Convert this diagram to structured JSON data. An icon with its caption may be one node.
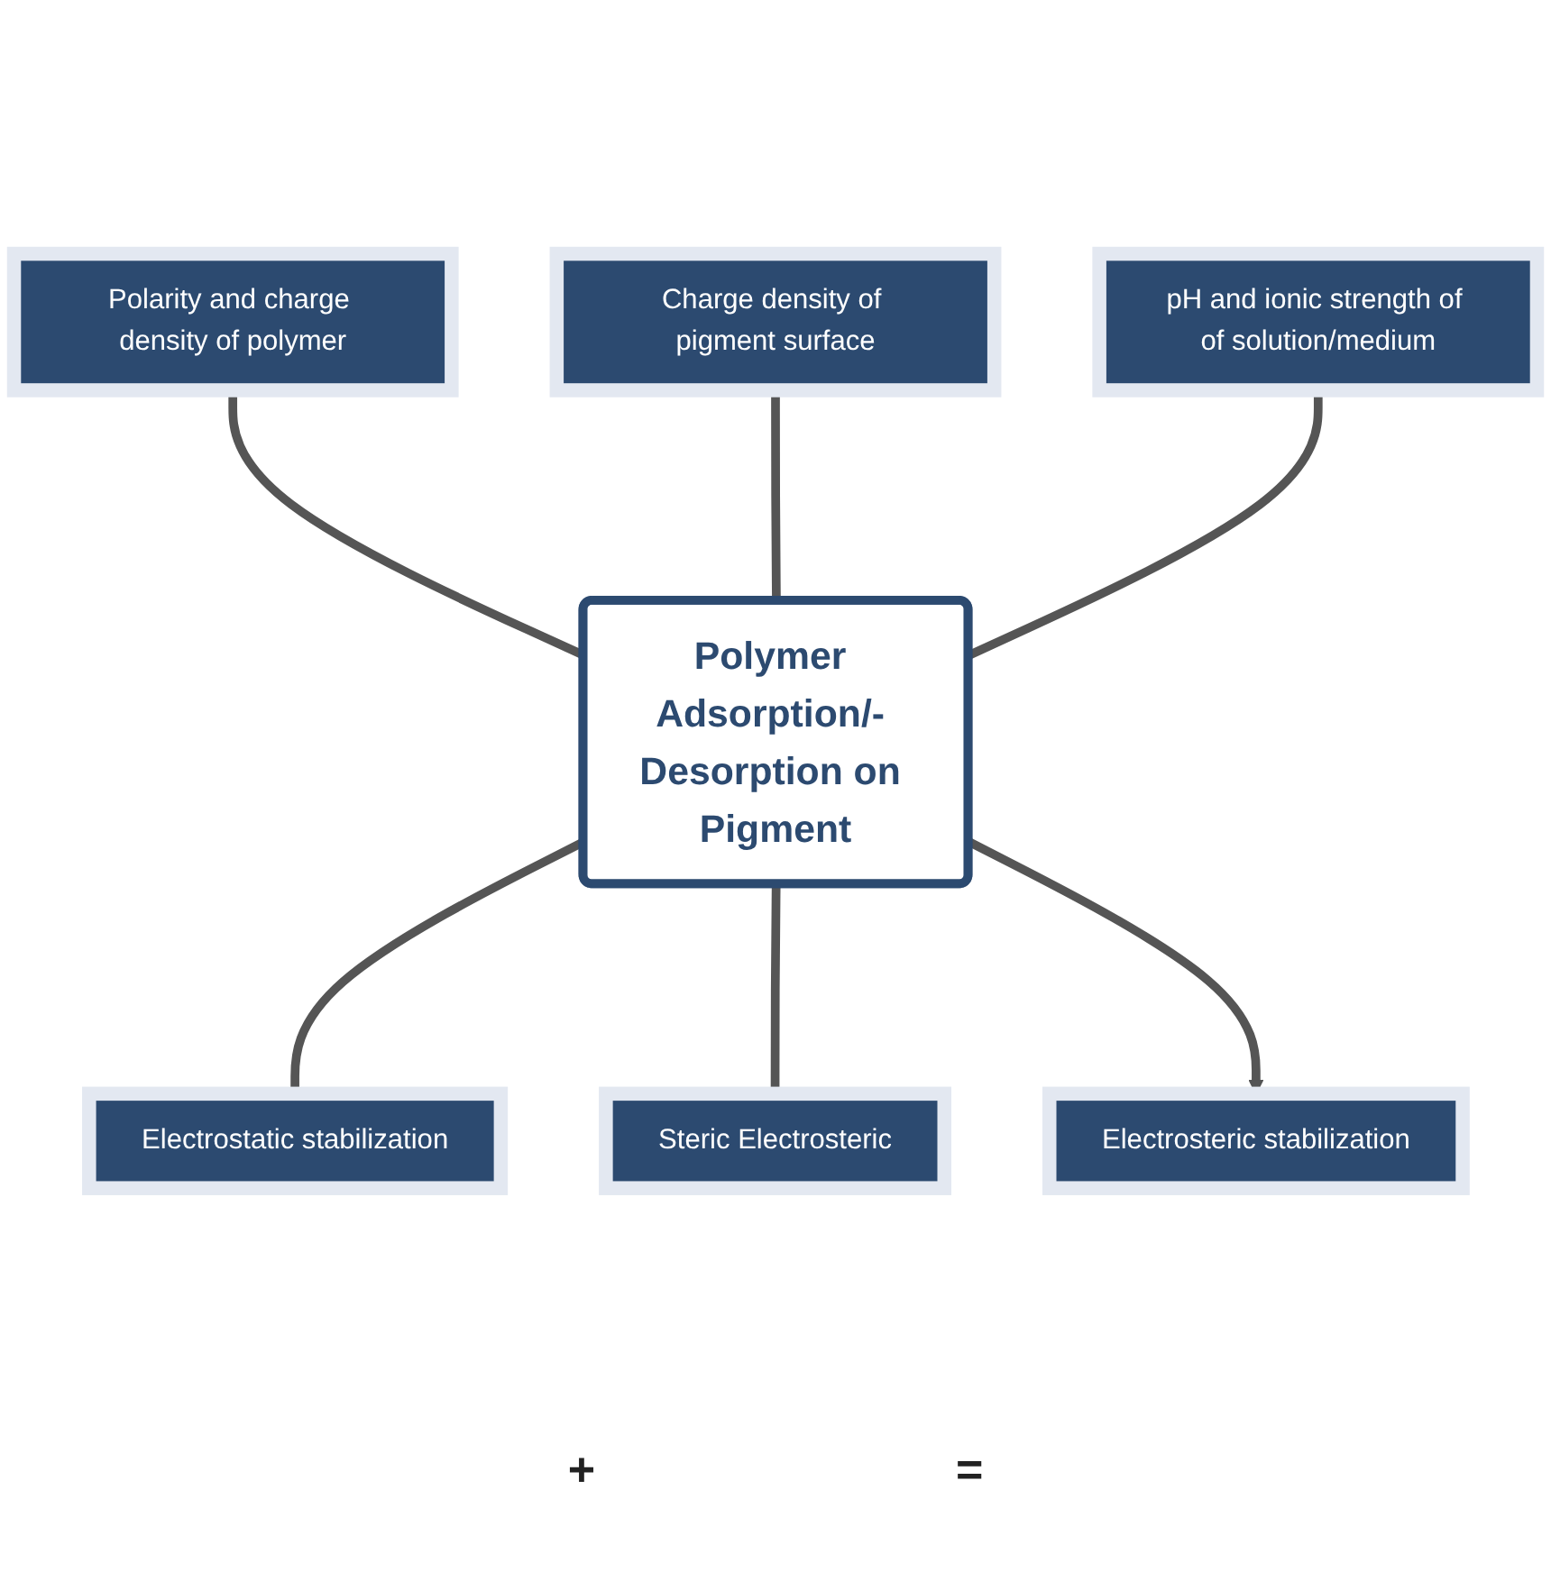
{
  "diagram": {
    "nodes": [
      {
        "text": [
          "Polarity and charge density of polymer"
        ]
      },
      {
        "text": [
          "Charge density of pigment surface"
        ]
      },
      {
        "text": [
          "pH and ionic strength of of solution/medium"
        ]
      },
      {
        "text": [
          "Polymer Adsorption/- Desorption on Pigment"
        ]
      },
      {
        "text": [
          "Electrostatic stabilization"
        ]
      },
      {
        "text": [
          "Steric Electrosteric"
        ]
      },
      {
        "text": [
          "Electrosteric stabilization"
        ]
      }
    ],
    "edges": [
      {
        "from": 0,
        "to": 3,
        "arrow": "none"
      },
      {
        "from": 1,
        "to": 3,
        "arrow": "none"
      },
      {
        "from": 2,
        "to": 3,
        "arrow": "none"
      },
      {
        "from": 3,
        "to": 4,
        "arrow": "none"
      },
      {
        "from": 3,
        "to": 5,
        "arrow": "none"
      },
      {
        "from": 3,
        "to": 6,
        "arrow": "to"
      }
    ],
    "labels": [
      "+",
      "="
    ]
  }
}
